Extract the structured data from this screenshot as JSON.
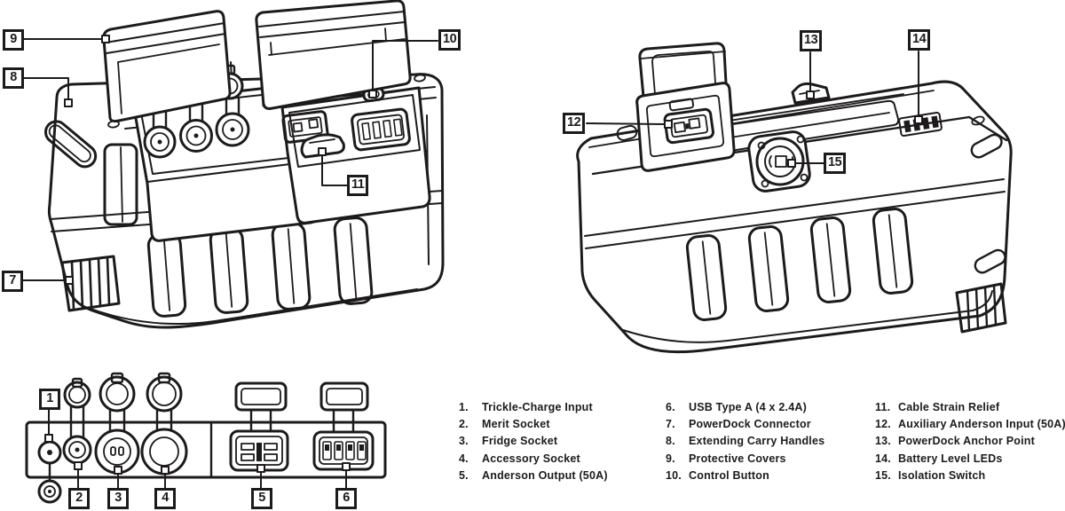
{
  "colors": {
    "line": "#1d1a1b",
    "background": "#ffffff"
  },
  "callouts": {
    "c1": "1",
    "c2": "2",
    "c3": "3",
    "c4": "4",
    "c5": "5",
    "c6": "6",
    "c7": "7",
    "c8": "8",
    "c9": "9",
    "c10": "10",
    "c11": "11",
    "c12": "12",
    "c13": "13",
    "c14": "14",
    "c15": "15"
  },
  "legend": {
    "columns": [
      {
        "items": [
          {
            "num": "1.",
            "label": "Trickle-Charge Input"
          },
          {
            "num": "2.",
            "label": "Merit Socket"
          },
          {
            "num": "3.",
            "label": "Fridge Socket"
          },
          {
            "num": "4.",
            "label": "Accessory Socket"
          },
          {
            "num": "5.",
            "label": "Anderson Output (50A)"
          }
        ]
      },
      {
        "items": [
          {
            "num": "6.",
            "label": "USB Type A (4 x 2.4A)"
          },
          {
            "num": "7.",
            "label": "PowerDock Connector"
          },
          {
            "num": "8.",
            "label": "Extending Carry Handles"
          },
          {
            "num": "9.",
            "label": "Protective Covers"
          },
          {
            "num": "10.",
            "label": "Control Button"
          }
        ]
      },
      {
        "items": [
          {
            "num": "11.",
            "label": "Cable Strain Relief"
          },
          {
            "num": "12.",
            "label": "Auxiliary Anderson Input (50A)"
          },
          {
            "num": "13.",
            "label": "PowerDock Anchor Point"
          },
          {
            "num": "14.",
            "label": "Battery Level LEDs"
          },
          {
            "num": "15.",
            "label": "Isolation Switch"
          }
        ]
      }
    ]
  }
}
